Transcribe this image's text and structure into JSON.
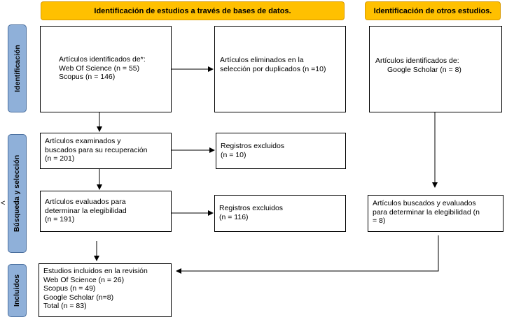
{
  "headers": {
    "databases": "Identificación de estudios a través de bases de datos.",
    "other": "Identificación de otros estudios."
  },
  "phases": {
    "identification": "Identificación",
    "screening": "Búsqueda y selección",
    "included": "Incluidos"
  },
  "boxes": {
    "identified_db": [
      "Artículos identificados de*:",
      "Web Of Science (n = 55)",
      "Scopus (n = 146)"
    ],
    "duplicates_removed": [
      "Artículos eliminados en la",
      "selección por duplicados (n =10)"
    ],
    "identified_other": [
      "Artículos identificados de:",
      "Google Scholar (n = 8)"
    ],
    "screened": [
      "Artículos examinados y",
      "buscados para su recuperación",
      "(n = 201)"
    ],
    "excluded_1": [
      "Registros excluidos",
      "(n = 10)"
    ],
    "eligibility": [
      "Artículos evaluados para",
      "determinar la elegibilidad",
      "(n = 191)"
    ],
    "excluded_2": [
      "Registros excluidos",
      "(n = 116)"
    ],
    "other_assessed": [
      "Artículos buscados y evaluados",
      "para determinar la elegibilidad (n",
      "= 8)"
    ],
    "included": [
      "Estudios incluidos en la revisión",
      "Web Of Science (n = 26)",
      "Scopus (n = 49)",
      "Google Scholar (n=8)",
      "Total (n = 83)"
    ]
  },
  "stray_mark": "<"
}
